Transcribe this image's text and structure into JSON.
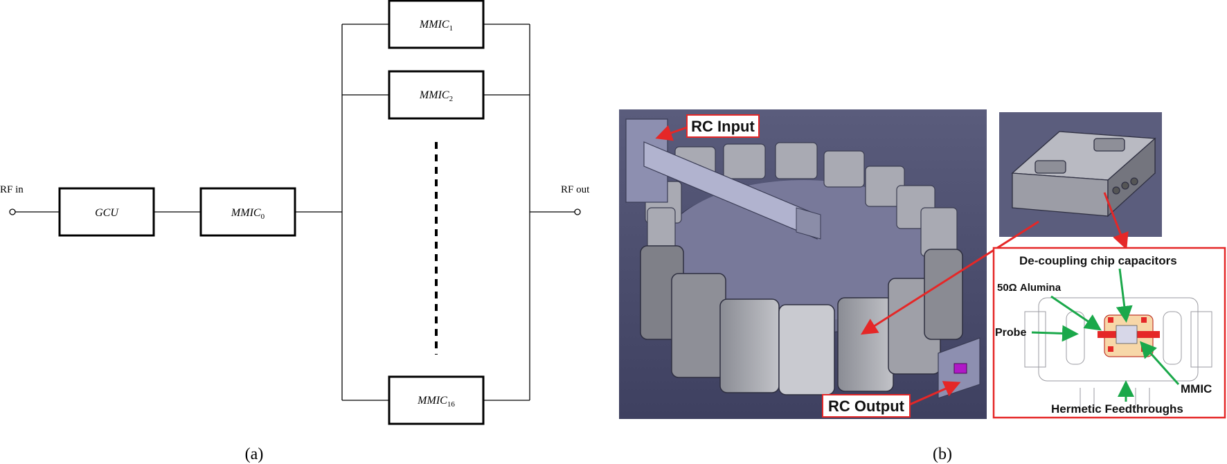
{
  "panel_a": {
    "rf_in": "RF in",
    "rf_out": "RF out",
    "gcu": "GCU",
    "mmic_main": "MMIC",
    "mmic_branches": [
      {
        "base": "MMIC",
        "sub": "1"
      },
      {
        "base": "MMIC",
        "sub": "2"
      },
      {
        "base": "MMIC",
        "sub": "16"
      }
    ],
    "mmic0_sub": "0",
    "caption": "(a)"
  },
  "panel_b": {
    "rc_input": "RC Input",
    "rc_output": "RC Output",
    "decoupling": "De-coupling chip capacitors",
    "alumina": "50Ω Alumina",
    "probe": "Probe",
    "mmic": "MMIC",
    "feedthroughs": "Hermetic Feedthroughs",
    "caption": "(b)"
  },
  "colors": {
    "render_bg": "#4d4f6f",
    "callout_red": "#e52727",
    "arrow_green": "#1aa84a",
    "port_magenta": "#b019c7"
  }
}
